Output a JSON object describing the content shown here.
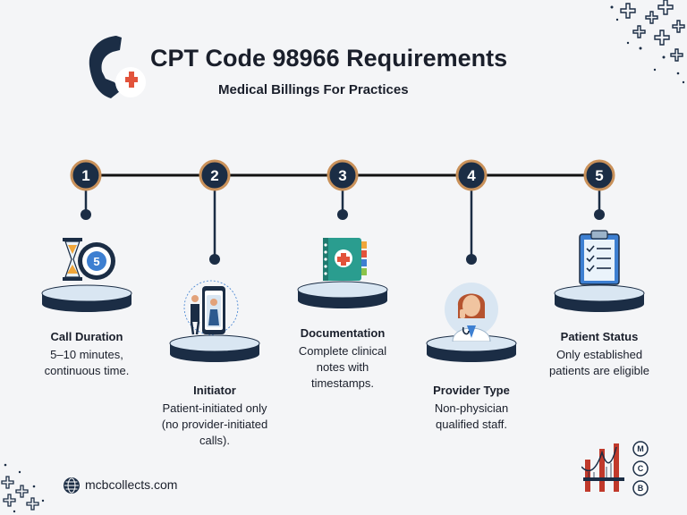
{
  "header": {
    "title": "CPT Code 98966 Requirements",
    "subtitle": "Medical Billings For Practices"
  },
  "steps": [
    {
      "number": "1",
      "title": "Call Duration",
      "text": "5–10 minutes, continuous time.",
      "icon": "hourglass-clock-icon"
    },
    {
      "number": "2",
      "title": "Initiator",
      "text": "Patient-initiated only (no provider-initiated calls).",
      "icon": "mobile-consult-icon"
    },
    {
      "number": "3",
      "title": "Documentation",
      "text": "Complete clinical notes with timestamps.",
      "icon": "medical-notebook-icon"
    },
    {
      "number": "4",
      "title": "Provider Type",
      "text": "Non-physician qualified staff.",
      "icon": "nurse-icon"
    },
    {
      "number": "5",
      "title": "Patient Status",
      "text": "Only established patients are eligible",
      "icon": "clipboard-checklist-icon"
    }
  ],
  "footer": {
    "website": "mcbcollects.com",
    "logo_letters": [
      "M",
      "C",
      "B"
    ]
  },
  "colors": {
    "navy": "#1b2d45",
    "accent": "#c9915a",
    "background": "#f4f5f7",
    "red": "#e2533b"
  }
}
